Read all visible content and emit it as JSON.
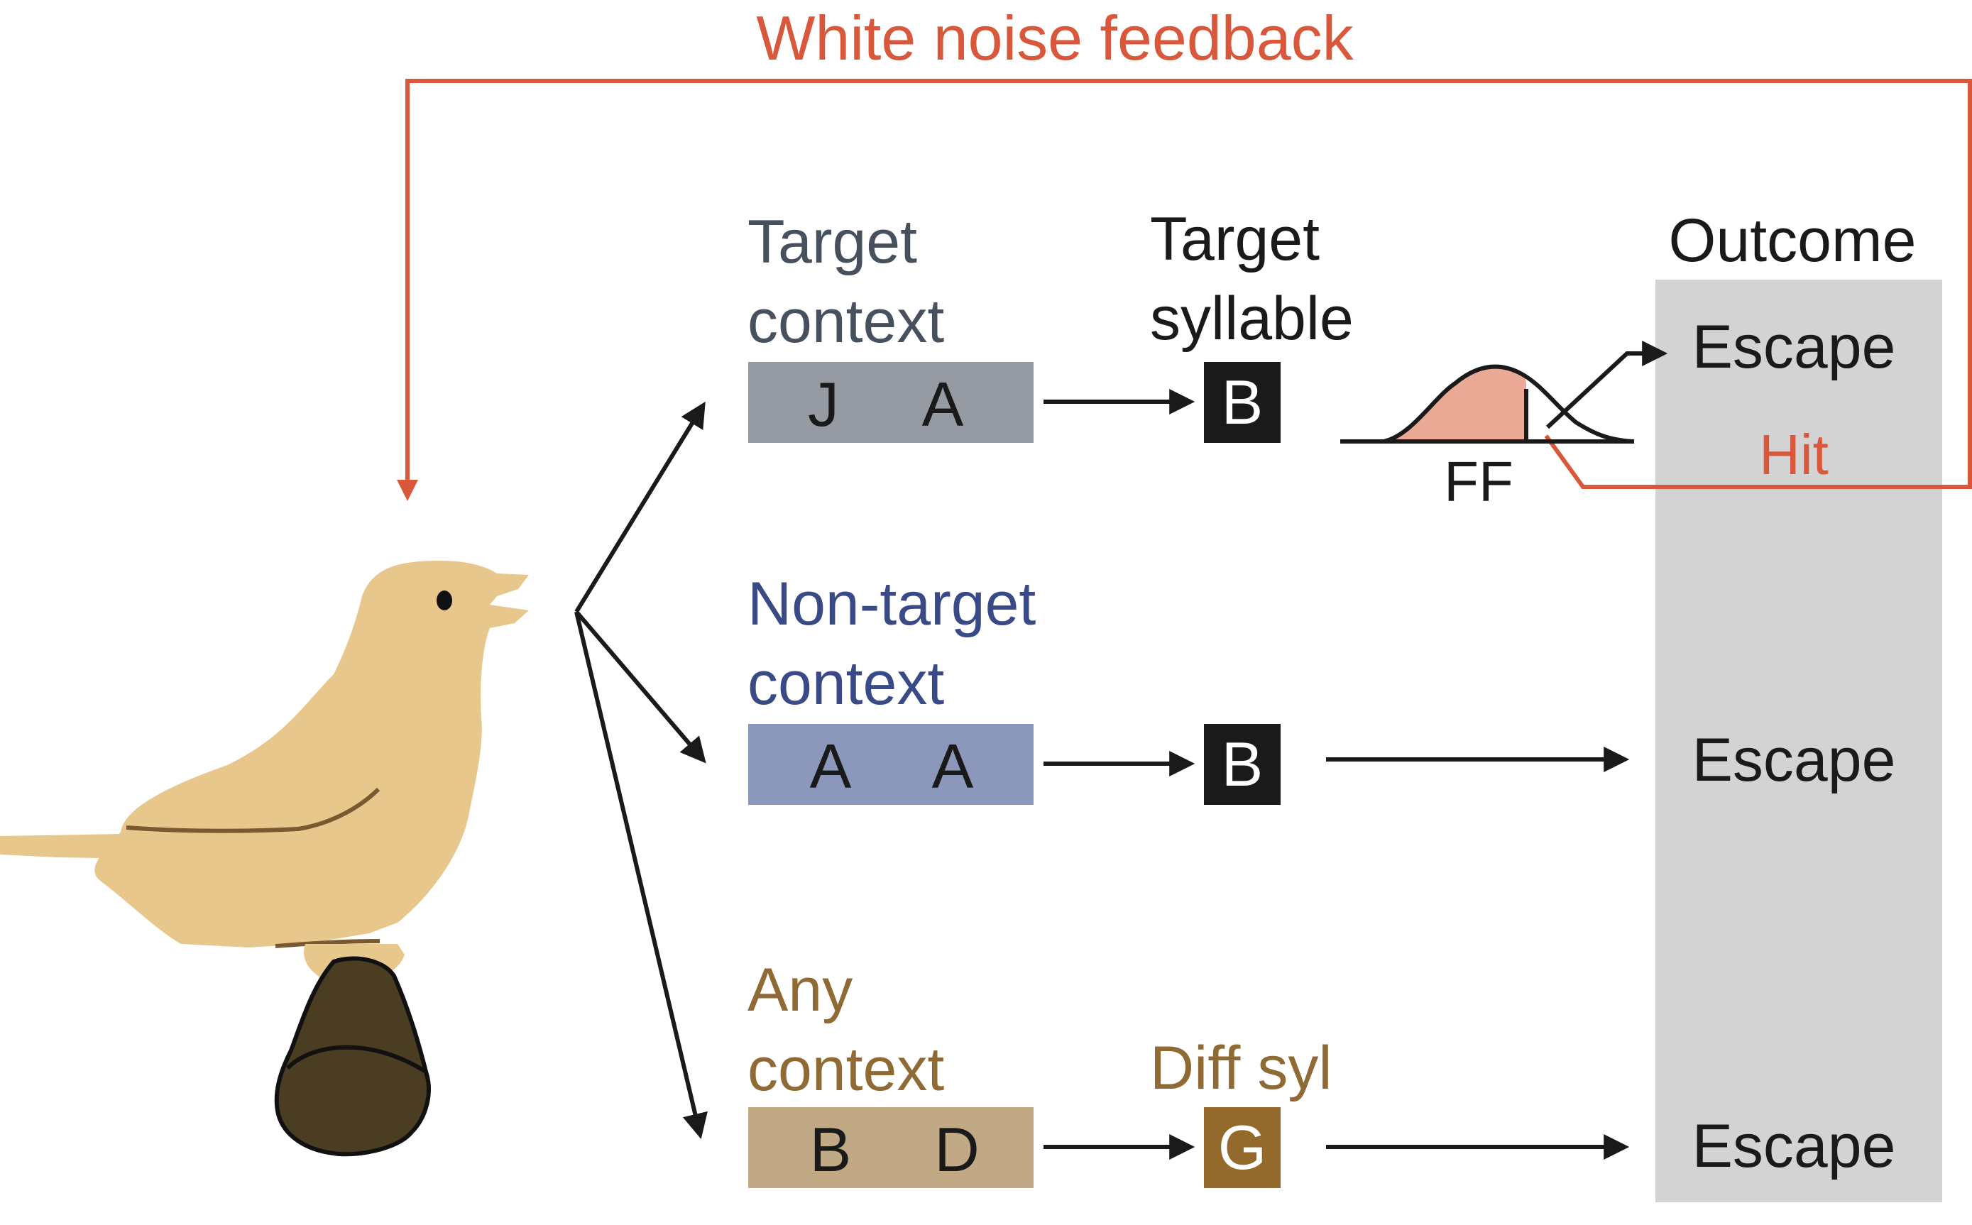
{
  "feedback": {
    "label": "White noise feedback"
  },
  "outcome": {
    "header": "Outcome",
    "hit_label": "Hit"
  },
  "rows": [
    {
      "id": "target",
      "context_line1": "Target",
      "context_line2": "context",
      "context_letters": [
        "J",
        "A"
      ],
      "syllable_header_line1": "Target",
      "syllable_header_line2": "syllable",
      "syllable": "B",
      "distribution_label": "FF",
      "outcome": "Escape"
    },
    {
      "id": "non-target",
      "context_line1": "Non-target",
      "context_line2": "context",
      "context_letters": [
        "A",
        "A"
      ],
      "syllable": "B",
      "outcome": "Escape"
    },
    {
      "id": "any",
      "context_line1": "Any",
      "context_line2": "context",
      "context_letters": [
        "B",
        "D"
      ],
      "syllable_header_line1": "Diff syl",
      "syllable": "G",
      "outcome": "Escape"
    }
  ],
  "colors": {
    "feedback": "#d9583b",
    "target_context_text": "#47515e",
    "target_context_box": "#969ba3",
    "nontarget_context_text": "#3a4a86",
    "nontarget_context_box": "#8b98bb",
    "any_context_text": "#8f6a34",
    "any_context_box": "#c1a985",
    "diff_syl_box": "#94692c",
    "outcome_panel": "#d3d3d3",
    "distribution_fill": "#eaa995",
    "bird_body": "#e8c78c",
    "bird_outline": "#7a5830",
    "perch": "#4a3d21"
  },
  "icons": [
    "bird-icon",
    "perch-icon",
    "distribution-curve-icon"
  ]
}
